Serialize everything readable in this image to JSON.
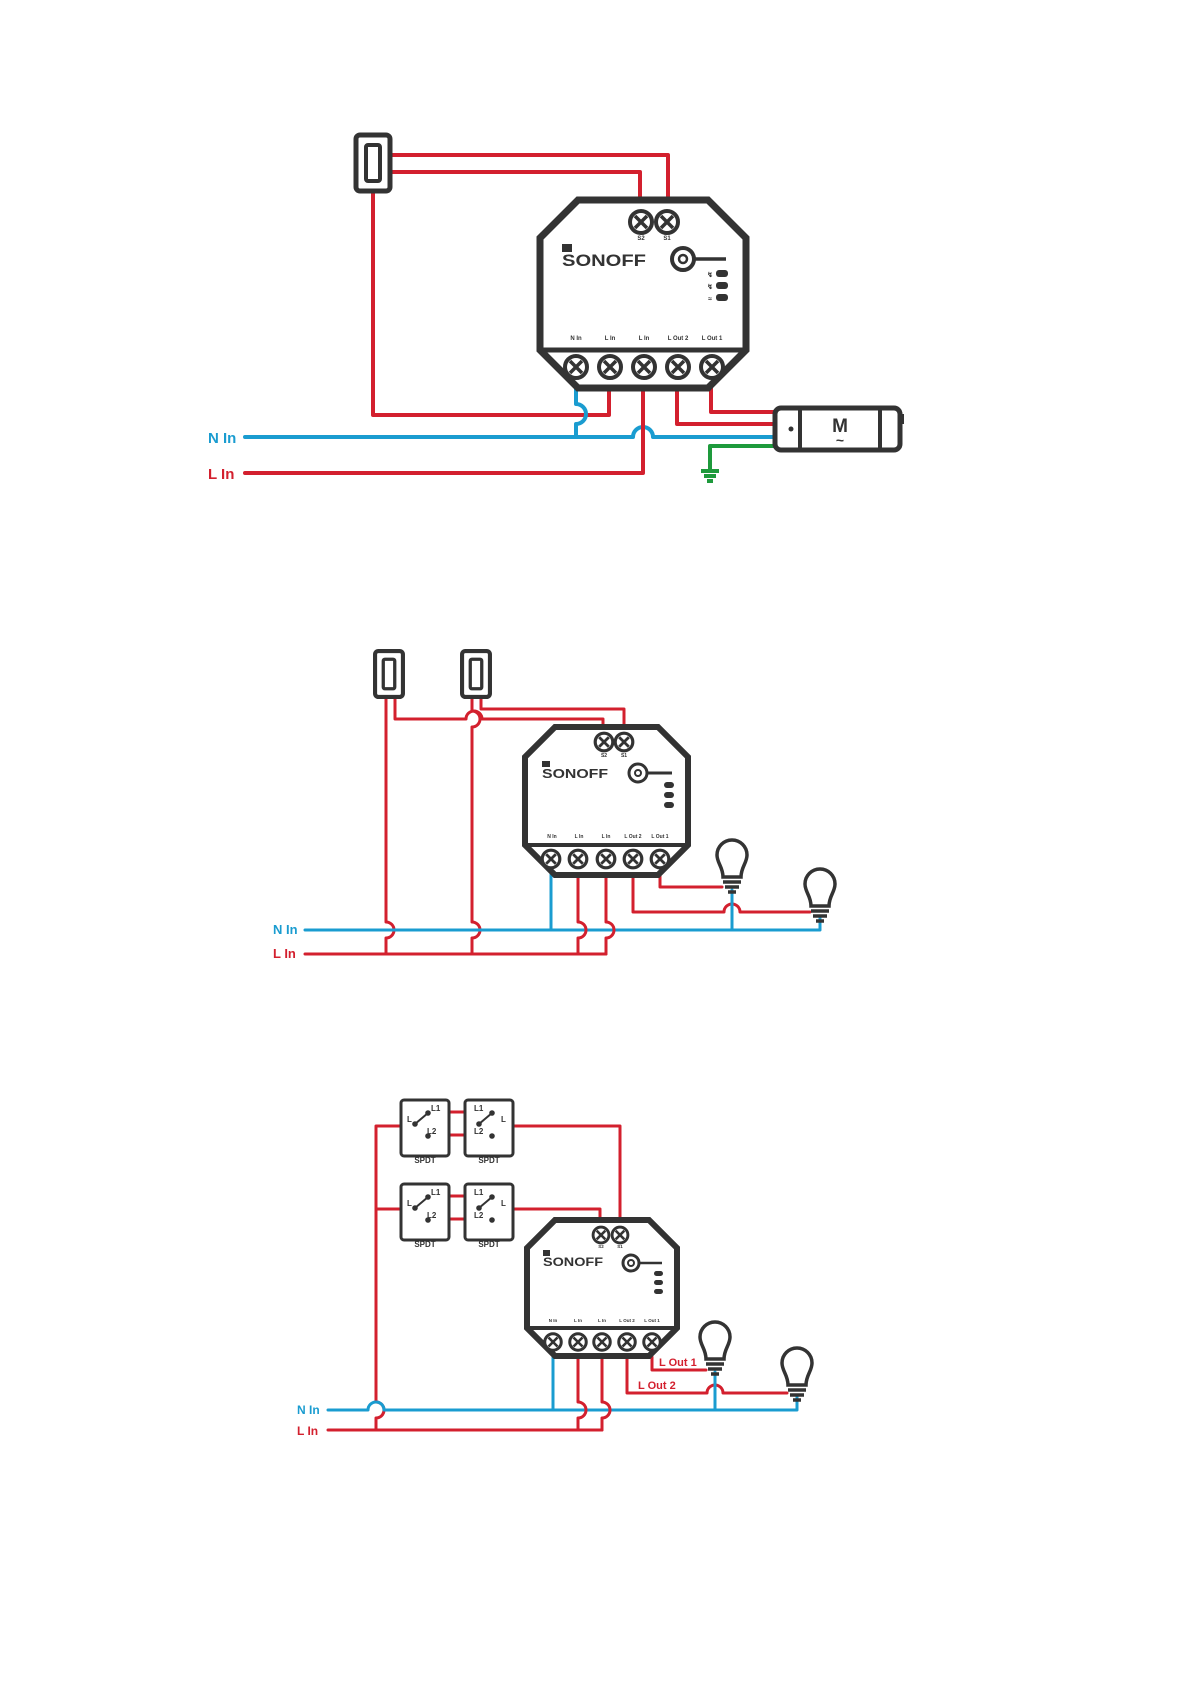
{
  "colors": {
    "live": "#d3202e",
    "neutral": "#1a9cd0",
    "earth": "#1e9a3c",
    "device": "#333333"
  },
  "device": {
    "brand": "SONOFF",
    "switch_terminals": [
      "S2",
      "S1"
    ],
    "power_terminals": [
      "N In",
      "L In",
      "L In",
      "L Out 2",
      "L Out 1"
    ],
    "status_icons": [
      "power-2-icon",
      "power-1-icon",
      "wifi-icon"
    ]
  },
  "diagram1": {
    "n_in_label": "N In",
    "l_in_label": "L In",
    "motor_label": "M",
    "motor_symbol": "~"
  },
  "diagram2": {
    "n_in_label": "N In",
    "l_in_label": "L In"
  },
  "diagram3": {
    "n_in_label": "N In",
    "l_in_label": "L In",
    "switch_type": "SPDT",
    "spdt_l1": "L1",
    "spdt_l2": "L2",
    "spdt_l": "L",
    "l_out1_label": "L Out 1",
    "l_out2_label": "L Out 2"
  }
}
